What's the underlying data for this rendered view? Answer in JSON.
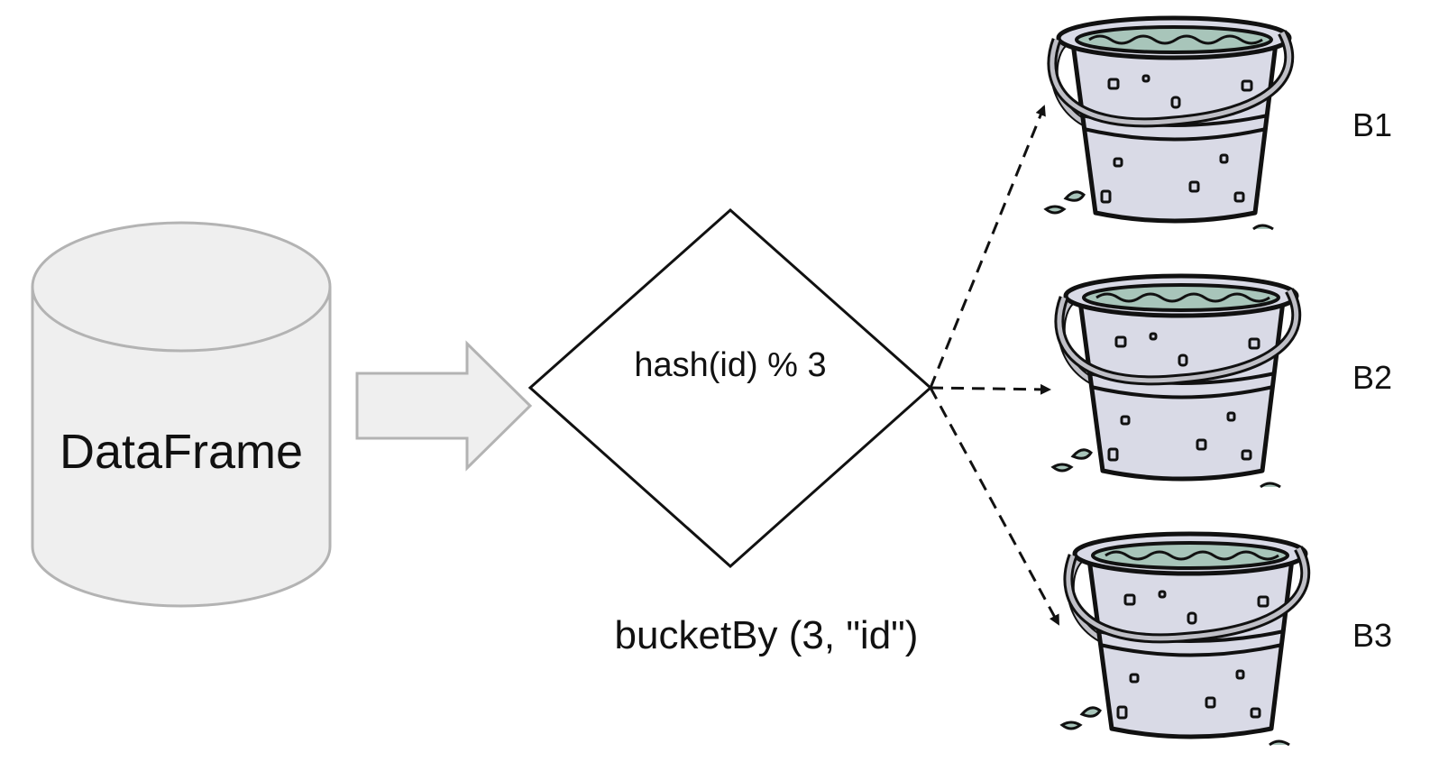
{
  "dataframe": {
    "label": "DataFrame"
  },
  "hash_node": {
    "label": "hash(id) % 3"
  },
  "caption": "bucketBy (3, \"id\")",
  "buckets": [
    {
      "label": "B1",
      "icon": "bucket-icon"
    },
    {
      "label": "B2",
      "icon": "bucket-icon"
    },
    {
      "label": "B3",
      "icon": "bucket-icon"
    }
  ],
  "colors": {
    "cylinder_fill": "#efefef",
    "cylinder_stroke": "#b3b3b3",
    "arrow_fill": "#efefef",
    "arrow_stroke": "#b3b3b3",
    "bucket_body": "#d9dae6",
    "bucket_water": "#a8c5ba",
    "stroke": "#111111"
  }
}
